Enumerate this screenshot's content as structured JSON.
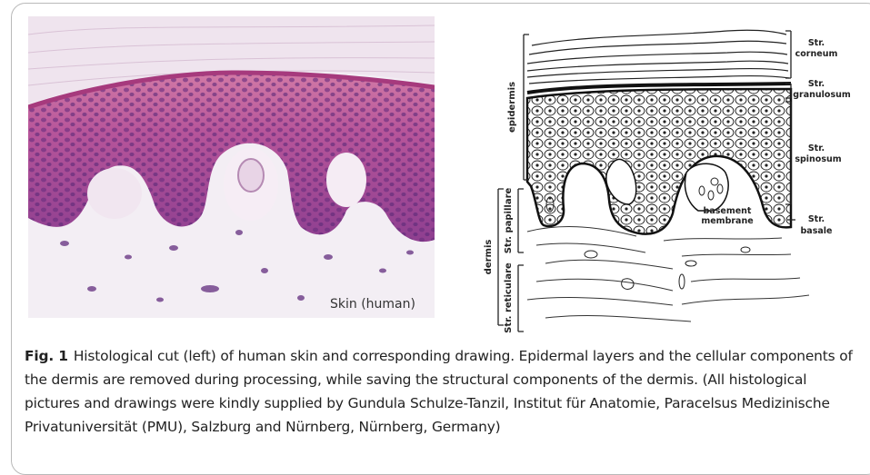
{
  "photo": {
    "label": "Skin (human)"
  },
  "drawing": {
    "layers_right": [
      {
        "line1": "Str.",
        "line2": "corneum"
      },
      {
        "line1": "Str.",
        "line2": "granulosum"
      },
      {
        "line1": "Str.",
        "line2": "spinosum"
      },
      {
        "line1": "Str.",
        "line2": "basale"
      }
    ],
    "basement": {
      "line1": "basement",
      "line2": "membrane"
    },
    "left_labels": {
      "epidermis": "epidermis",
      "dermis": "dermis",
      "papillare": "Str. papillare",
      "reticulare": "Str. reticulare"
    }
  },
  "caption": {
    "fig_label": "Fig. 1",
    "text": "Histological cut (left) of human skin and corresponding drawing. Epidermal layers and the cellular components of the dermis are removed during processing, while saving the structural components of the dermis. (All histological pictures and drawings were kindly supplied by Gundula Schulze-Tanzil, Institut für Anatomie, Paracelsus Medizinische Privatuniversität (PMU), Salzburg and Nürnberg, Nürnberg, Germany)"
  },
  "colors": {
    "epidermis_stain": "#b6549a",
    "dermis_background": "#f4eef5",
    "nuclei": "#5a2f78"
  }
}
